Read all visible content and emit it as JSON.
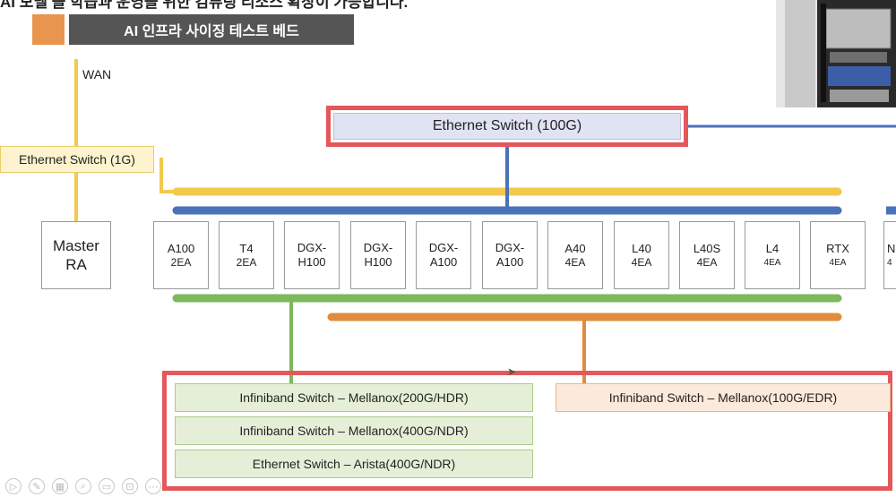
{
  "header": {
    "top_text": "AI 모델 을 학습과 운영을 위한 컴퓨팅 리소스 확장이 가능합니다.",
    "title": "AI 인프라 사이징 테스트 베드"
  },
  "colors": {
    "wan_line": "#f2c94c",
    "ethernet_line": "#4a72b8",
    "green_line": "#7cb85c",
    "orange_line": "#e08c3e",
    "highlight_border": "#e4575b"
  },
  "labels": {
    "wan": "WAN",
    "eth_1g": "Ethernet Switch (1G)",
    "eth_100g": "Ethernet Switch (100G)",
    "master": "Master\nRA"
  },
  "servers": [
    {
      "name": "A100",
      "count": "2EA"
    },
    {
      "name": "T4",
      "count": "2EA"
    },
    {
      "name": "DGX-\nH100",
      "count": ""
    },
    {
      "name": "DGX-\nH100",
      "count": ""
    },
    {
      "name": "DGX-\nA100",
      "count": ""
    },
    {
      "name": "DGX-\nA100",
      "count": ""
    },
    {
      "name": "A40",
      "count": "4EA"
    },
    {
      "name": "L40",
      "count": "4EA"
    },
    {
      "name": "L40S",
      "count": "4EA"
    },
    {
      "name": "L4",
      "count": "4EA"
    },
    {
      "name": "RTX",
      "count": "4EA"
    },
    {
      "name": "N",
      "count": "4"
    }
  ],
  "switches": {
    "ib_hdr": "Infiniband Switch – Mellanox(200G/HDR)",
    "ib_ndr": "Infiniband Switch – Mellanox(400G/NDR)",
    "eth_arista": "Ethernet Switch – Arista(400G/NDR)",
    "ib_edr": "Infiniband Switch – Mellanox(100G/EDR)"
  },
  "toolbar": [
    "▷",
    "✎",
    "▦",
    "⌕",
    "▭",
    "⊡",
    "⋯"
  ]
}
